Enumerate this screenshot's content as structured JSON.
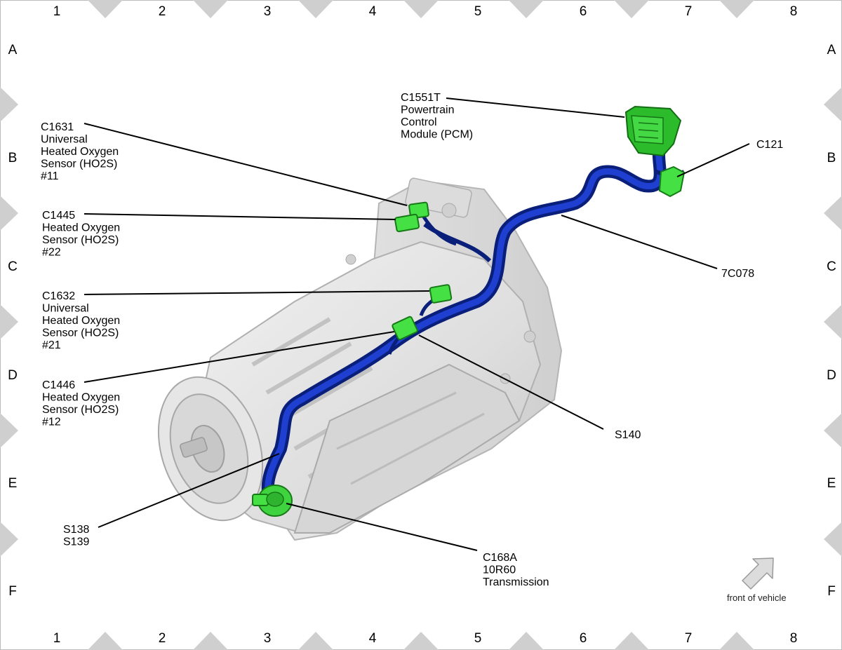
{
  "grid": {
    "columns": [
      "1",
      "2",
      "3",
      "4",
      "5",
      "6",
      "7",
      "8"
    ],
    "rows": [
      "A",
      "B",
      "C",
      "D",
      "E",
      "F"
    ]
  },
  "callouts": [
    {
      "key": "c1551t",
      "lines": [
        "C1551T",
        "Powertrain",
        "Control",
        "Module (PCM)"
      ]
    },
    {
      "key": "c1631",
      "lines": [
        "C1631",
        "Universal",
        "Heated Oxygen",
        "Sensor (HO2S)",
        "#11"
      ]
    },
    {
      "key": "c1445",
      "lines": [
        "C1445",
        "Heated Oxygen",
        "Sensor (HO2S)",
        "#22"
      ]
    },
    {
      "key": "c1632",
      "lines": [
        "C1632",
        "Universal",
        "Heated Oxygen",
        "Sensor (HO2S)",
        "#21"
      ]
    },
    {
      "key": "c1446",
      "lines": [
        "C1446",
        "Heated Oxygen",
        "Sensor (HO2S)",
        "#12"
      ]
    },
    {
      "key": "c121",
      "lines": [
        "C121"
      ]
    },
    {
      "key": "h7c078",
      "lines": [
        "7C078"
      ]
    },
    {
      "key": "s140",
      "lines": [
        "S140"
      ]
    },
    {
      "key": "s138",
      "lines": [
        "S138",
        "S139"
      ]
    },
    {
      "key": "c168a",
      "lines": [
        "C168A",
        "10R60",
        "Transmission"
      ]
    }
  ],
  "orientation": {
    "label": "front of vehicle",
    "icon": "arrow-up-right-icon"
  },
  "colors": {
    "harness": "#0a2a9c",
    "connector": "#33dd33",
    "transmission": "#e2e2e2",
    "border_marks": "#cfcfcf"
  }
}
